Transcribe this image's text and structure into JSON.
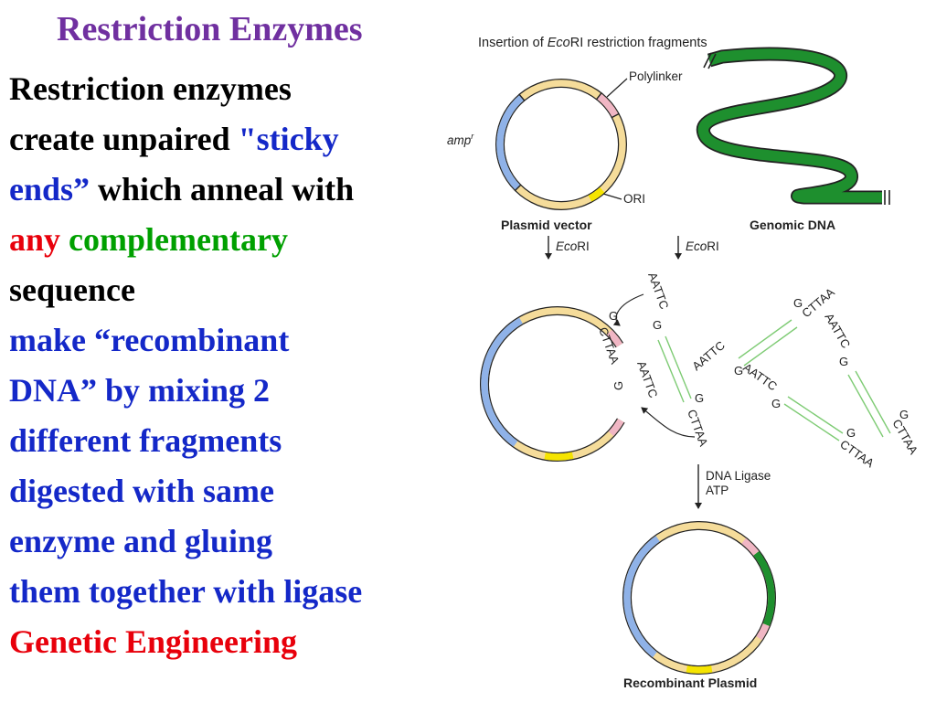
{
  "slide": {
    "title": "Restriction Enzymes",
    "lines": [
      [
        {
          "t": "Restriction enzymes",
          "c": "black"
        }
      ],
      [
        {
          "t": "create unpaired ",
          "c": "black"
        },
        {
          "t": "\"sticky",
          "c": "blue"
        }
      ],
      [
        {
          "t": "ends”",
          "c": "blue"
        },
        {
          "t": " which anneal with",
          "c": "black"
        }
      ],
      [
        {
          "t": "any",
          "c": "red"
        },
        {
          "t": " complementary",
          "c": "green"
        }
      ],
      [
        {
          "t": "sequence",
          "c": "black"
        }
      ],
      [
        {
          "t": "make “recombinant",
          "c": "blue"
        }
      ],
      [
        {
          "t": "DNA” by mixing 2",
          "c": "blue"
        }
      ],
      [
        {
          "t": "different fragments",
          "c": "blue"
        }
      ],
      [
        {
          "t": "digested with same",
          "c": "blue"
        }
      ],
      [
        {
          "t": "enzyme and gluing",
          "c": "blue"
        }
      ],
      [
        {
          "t": "them together with ligase",
          "c": "blue"
        }
      ],
      [
        {
          "t": "Genetic Engineering",
          "c": "red"
        }
      ]
    ]
  },
  "figure": {
    "heading_pre": "Insertion of ",
    "heading_em": "Eco",
    "heading_post": "RI restriction fragments",
    "polylinker": "Polylinker",
    "amp_main": "amp",
    "amp_sup": "r",
    "ori": "ORI",
    "plasmid_vector": "Plasmid vector",
    "genomic_dna": "Genomic DNA",
    "ecori_em": "Eco",
    "ecori_post": "RI",
    "aattc": "AATTC",
    "cttaa": "CTTAA",
    "g": "G",
    "ligase_line1": "DNA Ligase",
    "ligase_line2": "ATP",
    "recombinant_plasmid": "Recombinant Plasmid",
    "colors": {
      "plasmid_backbone": "#f5dc9a",
      "amp_region": "#8fb2e8",
      "polylinker": "#f0b6c4",
      "ori": "#f5e400",
      "genomic": "#1e8f2e",
      "fragment_lines": "#7ecb74",
      "title": "#7030a0",
      "blue_text": "#1428c8",
      "red_text": "#e8000b",
      "green_text": "#00a000"
    }
  }
}
